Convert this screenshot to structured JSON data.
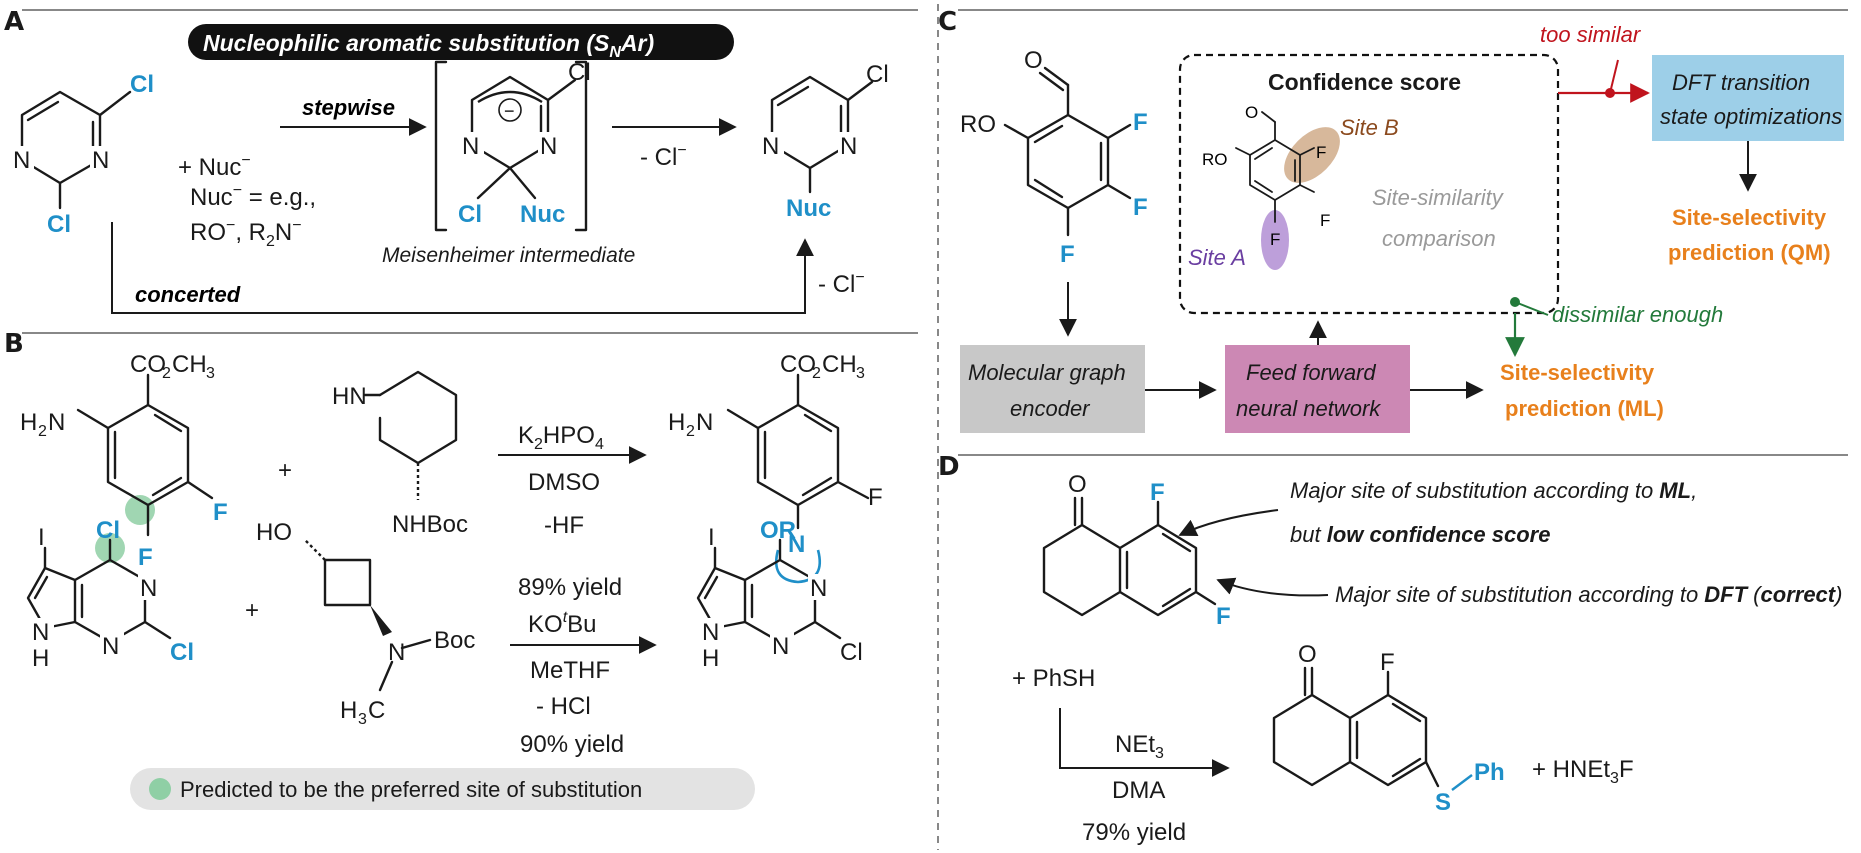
{
  "panelA": {
    "label": "A",
    "banner": "Nucleophilic aromatic substitution (S",
    "banner_sub": "N",
    "banner_end": "Ar)",
    "plus_nuc": "+ Nuc",
    "stepwise": "stepwise",
    "nuc_eg": "Nuc",
    "nuc_eg2": " = e.g.,",
    "nuc_list": "RO",
    "nuc_list2": ", R",
    "nuc_list3": "N",
    "loss_cl": "- Cl",
    "meisenheimer": "Meisenheimer intermediate",
    "concerted": "concerted",
    "loss_cl2": "- Cl",
    "atoms": {
      "cl": "Cl",
      "n": "N",
      "nuc": "Nuc"
    }
  },
  "panelB": {
    "label": "B",
    "r1_reagent": "K",
    "r1_reagent_sub": "2",
    "r1_reagent_end": "HPO",
    "r1_reagent_sub2": "4",
    "r1_solvent": "DMSO",
    "r1_loss": "-HF",
    "r1_yield": "89% yield",
    "r2_reagent": "KO",
    "r2_reagent_sup": "t",
    "r2_reagent_end": "Bu",
    "r2_solvent": "MeTHF",
    "r2_loss": "- HCl",
    "r2_yield": "90% yield",
    "legend": "Predicted to be the preferred site of substitution",
    "atoms": {
      "co2ch3": "CO",
      "h2n": "H",
      "f": "F",
      "hn": "HN",
      "nhboc": "NHBoc",
      "i": "I",
      "cl": "Cl",
      "ho": "HO",
      "boc": "Boc",
      "h3c": "H",
      "n": "N",
      "h": "H",
      "or": "OR",
      "o": "O"
    }
  },
  "panelC": {
    "label": "C",
    "confidence": "Confidence score",
    "site_b": "Site B",
    "site_a": "Site A",
    "similarity": "Site-similarity",
    "comparison": "comparison",
    "too_similar": "too similar",
    "dft1": "DFT transition",
    "dft2": "state optimizations",
    "qm1": "Site-selectivity",
    "qm2": "prediction (QM)",
    "dissimilar": "dissimilar enough",
    "encoder1": "Molecular graph",
    "encoder2": "encoder",
    "ffnn1": "Feed forward",
    "ffnn2": "neural network",
    "ml1": "Site-selectivity",
    "ml2": "prediction (ML)",
    "atoms": {
      "ro": "RO",
      "f": "F",
      "o": "O"
    },
    "colors": {
      "dft_box": "#9dcfe8",
      "ffnn_box": "#cc88b4",
      "encoder_box": "#c8c8c8",
      "site_a": "#a77fce",
      "site_b": "#c9a07a",
      "red": "#c0141d",
      "green": "#237a3b",
      "orange": "#e8801c"
    }
  },
  "panelD": {
    "label": "D",
    "ml_note1": "Major site of substitution according to ",
    "ml_note1b": "ML",
    "ml_note2": "but ",
    "ml_note2b": "low confidence score",
    "dft_note": "Major site of substitution according to ",
    "dft_noteb": "DFT",
    "dft_note_c": "correct",
    "plus_phsh": "+ PhSH",
    "reagent": "NEt",
    "reagent_sub": "3",
    "solvent": "DMA",
    "yield": "79% yield",
    "byproduct": "+ HNEt",
    "byproduct_sub": "3",
    "byproduct_end": "F",
    "atoms": {
      "o": "O",
      "f": "F",
      "s": "S",
      "ph": "Ph"
    }
  }
}
